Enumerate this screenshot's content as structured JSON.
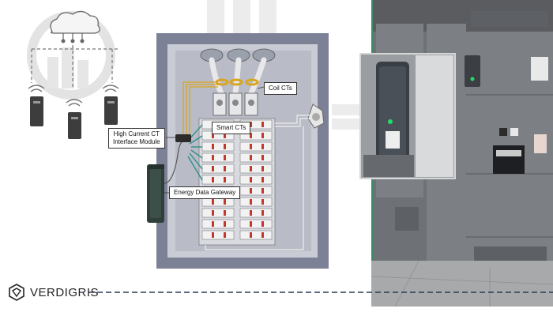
{
  "labels": {
    "coil_cts": "Coil CTs",
    "smart_cts": "Smart CTs",
    "hcct_line1": "High Current CT",
    "hcct_line2": "Interface Module",
    "gateway": "Energy Data Gateway"
  },
  "brand": {
    "name": "VERDIGRIS",
    "icon": "verdigris-logo-icon"
  },
  "colors": {
    "panel_frame": "#7a7e92",
    "panel_inner": "#c9ccd5",
    "coil_wire": "#d9a521",
    "smart_wire": "#2f8f8a",
    "gateway_device": "#2f3f3a",
    "led_green": "#22dd66",
    "icon_gray": "#d8d8d8"
  }
}
